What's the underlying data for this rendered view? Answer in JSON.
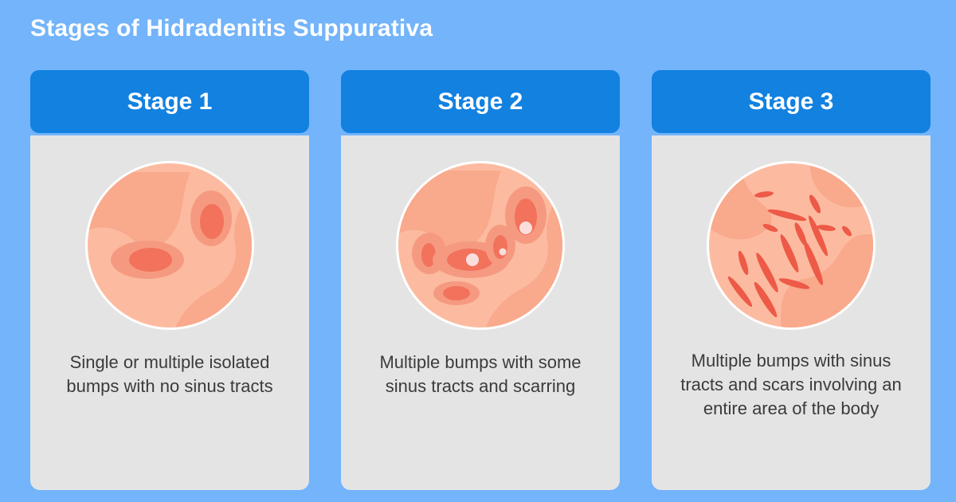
{
  "header": {
    "title": "Stages of Hidradenitis Suppurativa"
  },
  "colors": {
    "background_blue": "#73b4fb",
    "header_blue": "#1281e0",
    "card_gray": "#e4e4e4",
    "title_text": "#ffffff",
    "caption_text": "#3b3b3b",
    "skin_base": "#fcbba0",
    "skin_shade": "#f9a98c",
    "bump_halo": "#f59a80",
    "bump_core": "#f2725c",
    "pustule": "#fadedc",
    "scar_red": "#ed5a47",
    "ring_white": "#ffffff"
  },
  "cards": [
    {
      "stage_label": "Stage 1",
      "caption": "Single or multiple isolated bumps with no sinus tracts",
      "illustration": "skin-stage-1"
    },
    {
      "stage_label": "Stage 2",
      "caption": "Multiple bumps with some sinus tracts and scarring",
      "illustration": "skin-stage-2"
    },
    {
      "stage_label": "Stage 3",
      "caption": "Multiple bumps with sinus tracts and scars involving an entire area of the body",
      "illustration": "skin-stage-3"
    }
  ]
}
